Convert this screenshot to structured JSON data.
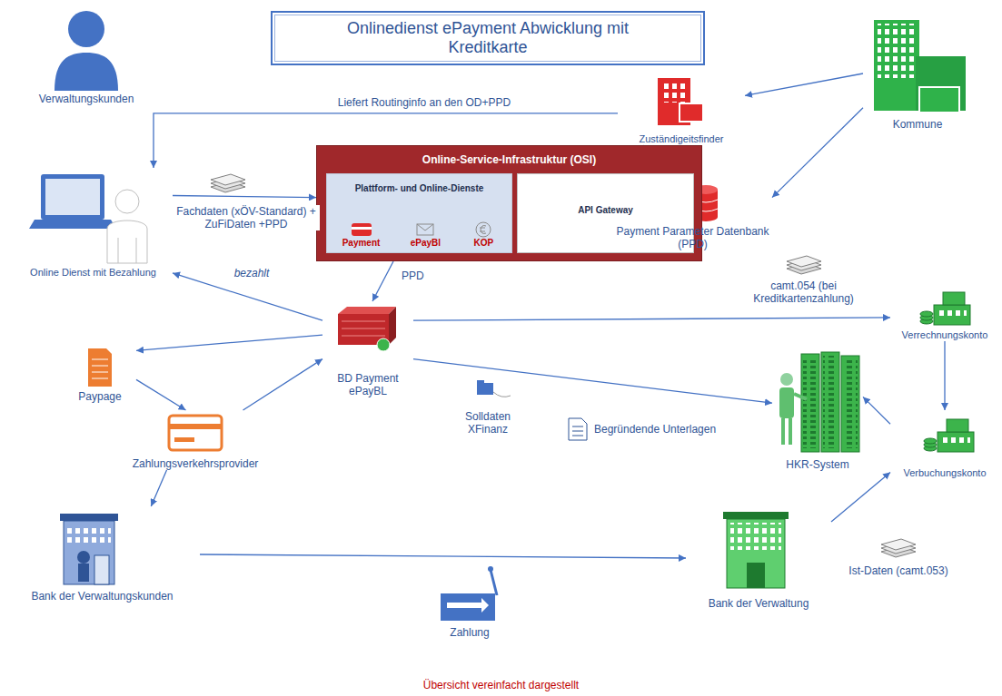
{
  "diagram": {
    "title": "Onlinedienst ePayment Abwicklung mit Kreditkarte",
    "caption": "Übersicht vereinfacht dargestellt",
    "nodes": [
      {
        "text": [
          "Verwaltungskunden"
        ]
      },
      {
        "text": [
          "Zuständigeitsfinder"
        ]
      },
      {
        "text": [
          "Kommune"
        ]
      },
      {
        "text": [
          "Online-Service-Infrastruktur (OSI)"
        ]
      },
      {
        "text": [
          "Plattform- und Online-Dienste",
          "Payment",
          "ePayBl",
          "KOP"
        ],
        "in": 3
      },
      {
        "text": [
          "API Gateway"
        ],
        "in": 3
      },
      {
        "text": [
          "Online Dienst mit Bezahlung"
        ]
      },
      {
        "text": [
          "Payment Parameter Datenbank (PPD)"
        ]
      },
      {
        "text": [
          "BD Payment ePayBL"
        ]
      },
      {
        "text": [
          "Paypage"
        ]
      },
      {
        "text": [
          "Zahlungsverkehrsprovider"
        ]
      },
      {
        "text": [
          "Verrechnungskonto"
        ]
      },
      {
        "text": [
          "HKR-System"
        ]
      },
      {
        "text": [
          "Verbuchungskonto"
        ]
      },
      {
        "text": [
          "Bank der Verwaltungskunden"
        ]
      },
      {
        "text": [
          "Bank der Verwaltung"
        ]
      }
    ],
    "edges": [
      {
        "from": 2,
        "to": 1,
        "arrow": "to"
      },
      {
        "from": 2,
        "to": 7,
        "arrow": "to"
      },
      {
        "from": 1,
        "to": 6,
        "arrow": "to",
        "label": "Liefert Routinginfo an den OD+PPD"
      },
      {
        "from": 1,
        "to": 7,
        "arrow": "none"
      },
      {
        "from": 6,
        "to": 3,
        "arrow": "to",
        "label": "Fachdaten (xÖV-Standard) + ZuFiDaten +PPD"
      },
      {
        "from": 3,
        "to": 8,
        "arrow": "to",
        "label": "PPD"
      },
      {
        "from": 8,
        "to": 6,
        "arrow": "to",
        "label": "bezahlt"
      },
      {
        "from": 8,
        "to": 9,
        "arrow": "to"
      },
      {
        "from": 9,
        "to": 10,
        "arrow": "to"
      },
      {
        "from": 10,
        "to": 8,
        "arrow": "to"
      },
      {
        "from": 10,
        "to": 14,
        "arrow": "to"
      },
      {
        "from": 8,
        "to": 11,
        "arrow": "to",
        "label": "camt.054 (bei Kreditkartenzahlung)"
      },
      {
        "from": 8,
        "to": 12,
        "arrow": "to"
      },
      {
        "from": 11,
        "to": 13,
        "arrow": "to"
      },
      {
        "from": 13,
        "to": 12,
        "arrow": "to"
      },
      {
        "from": 14,
        "to": 15,
        "arrow": "to"
      },
      {
        "from": 15,
        "to": 13,
        "arrow": "to"
      }
    ],
    "labels": [
      "Solldaten XFinanz",
      "Begründende Unterlagen",
      "Ist-Daten (camt.053)",
      "Zahlung"
    ]
  }
}
